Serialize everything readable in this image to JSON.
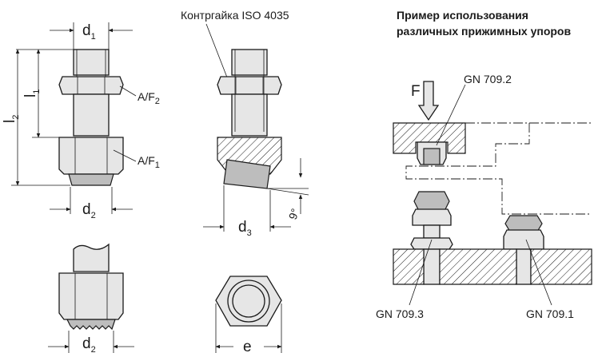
{
  "dimensions": {
    "d1": {
      "main": "d",
      "sub": "1"
    },
    "l1": {
      "main": "l",
      "sub": "1"
    },
    "l2": {
      "main": "l",
      "sub": "2"
    },
    "af2": {
      "main": "A/F",
      "sub": "2"
    },
    "af1": {
      "main": "A/F",
      "sub": "1"
    },
    "d2_top": {
      "main": "d",
      "sub": "2"
    },
    "d3": {
      "main": "d",
      "sub": "3"
    },
    "angle": "9°",
    "d2_bottom": {
      "main": "d",
      "sub": "2"
    },
    "e": "e"
  },
  "locknut_label": "Контргайка ISO 4035",
  "example": {
    "title_line1": "Пример использования",
    "title_line2": "различных прижимных упоров",
    "force": "F",
    "gn_709_2": "GN 709.2",
    "gn_709_3": "GN 709.3",
    "gn_709_1": "GN 709.1"
  },
  "colors": {
    "line": "#1a1a1a",
    "part_fill": "#e6e6e6",
    "tip_fill": "#bdbdbd"
  }
}
